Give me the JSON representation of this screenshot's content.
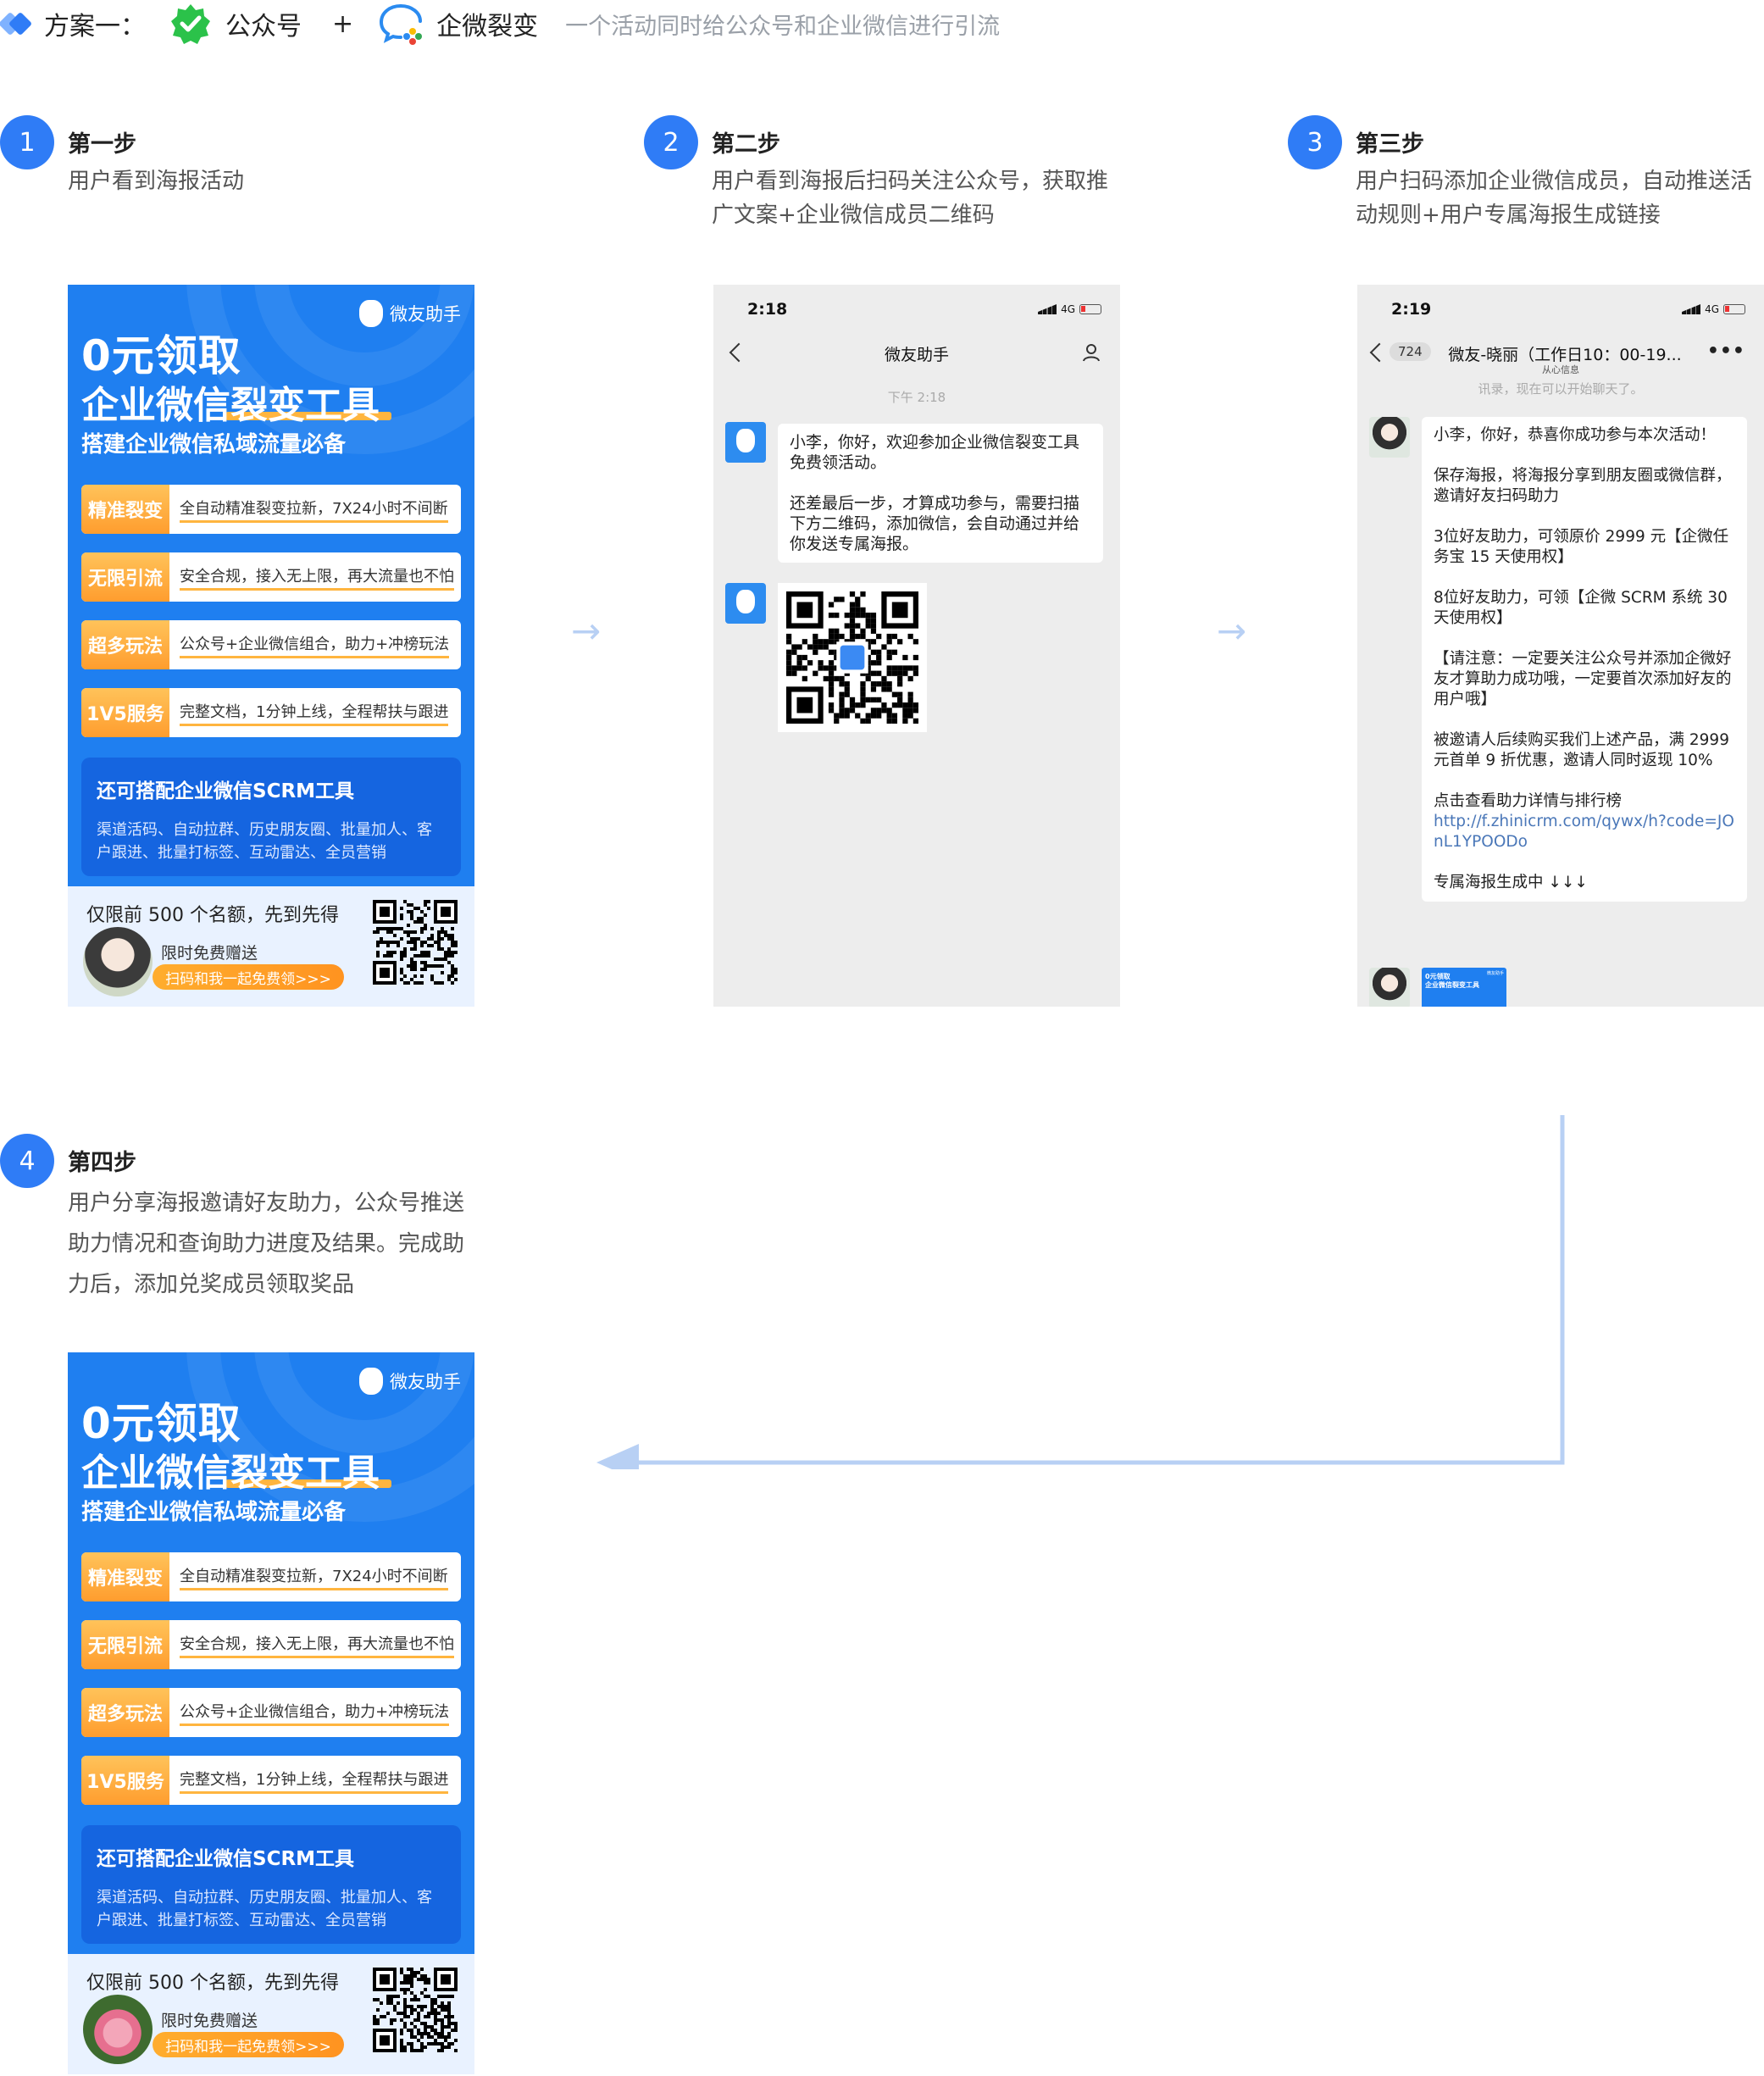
{
  "header": {
    "title": "方案一：",
    "plus": "+",
    "gzh": "公众号",
    "qw": "企微裂变",
    "subtitle": "一个活动同时给公众号和企业微信进行引流"
  },
  "steps": [
    {
      "num": "1",
      "title": "第一步",
      "desc": "用户看到海报活动"
    },
    {
      "num": "2",
      "title": "第二步",
      "desc": "用户看到海报后扫码关注公众号，获取推广文案+企业微信成员二维码"
    },
    {
      "num": "3",
      "title": "第三步",
      "desc": "用户扫码添加企业微信成员，自动推送活动规则+用户专属海报生成链接"
    },
    {
      "num": "4",
      "title": "第四步",
      "desc": "用户分享海报邀请好友助力，公众号推送助力情况和查询助力进度及结果。完成助力后，添加兑奖成员领取奖品"
    }
  ],
  "poster": {
    "brand": "微友助手",
    "h1": "0元领取",
    "h2": "企业微信裂变工具",
    "h3": "搭建企业微信私域流量必备",
    "rows": [
      {
        "tag": "精准裂变",
        "text": "全自动精准裂变拉新，7X24小时不间断"
      },
      {
        "tag": "无限引流",
        "text": "安全合规，接入无上限，再大流量也不怕"
      },
      {
        "tag": "超多玩法",
        "text": "公众号+企业微信组合，助力+冲榜玩法"
      },
      {
        "tag": "1V5服务",
        "text": "完整文档，1分钟上线，全程帮扶与跟进"
      }
    ],
    "box_title": "还可搭配企业微信SCRM工具",
    "box_body": "渠道活码、自动拉群、历史朋友圈、批量加人、客户跟进、批量打标签、互动雷达、全员营销",
    "foot_line1": "仅限前 500 个名额，先到先得",
    "foot_line2": "限时免费赠送",
    "foot_btn": "扫码和我一起免费领>>>"
  },
  "phone2": {
    "time": "2:18",
    "net": "4G",
    "title": "微友助手",
    "timestamp": "下午 2:18",
    "msg_p1": "小李，你好，欢迎参加企业微信裂变工具免费领活动。",
    "msg_p2": "还差最后一步，才算成功参与，需要扫描下方二维码，添加微信，会自动通过并给你发送专属海报。"
  },
  "phone3": {
    "time": "2:19",
    "net": "4G",
    "badge": "724",
    "title": "微友-晓丽（工作日10：00-19...",
    "title_sub": "从心信息",
    "system_msg": "讯录，现在可以开始聊天了。",
    "paras": [
      "小李，你好，恭喜你成功参与本次活动！",
      "保存海报，将海报分享到朋友圈或微信群，邀请好友扫码助力",
      "3位好友助力，可领原价 2999 元【企微任务宝 15 天使用权】",
      "8位好友助力，可领【企微 SCRM 系统 30 天使用权】",
      "【请注意：一定要关注公众号并添加企微好友才算助力成功哦，一定要首次添加好友的用户哦】",
      "被邀请人后续购买我们上述产品，满 2999 元首单 9 折优惠，邀请人同时返现 10%"
    ],
    "link_label": "点击查看助力详情与排行榜",
    "link": "http://f.zhinicrm.com/qywx/h?code=JOnL1YPOODo",
    "last": "专属海报生成中 ↓↓↓",
    "thumb_line1": "0元领取",
    "thumb_line2": "企业微信裂变工具",
    "thumb_brand": "微友助手"
  },
  "colors": {
    "accent": "#2f7cf6",
    "poster": "#1f7ff0",
    "tag": "#ff9d2e",
    "arrow": "#b8d0f4"
  }
}
